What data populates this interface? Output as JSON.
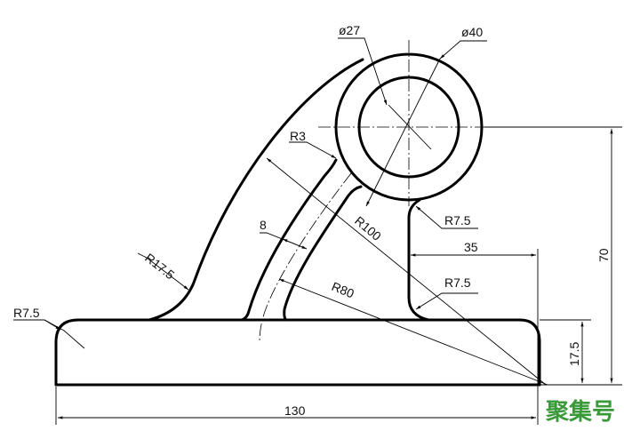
{
  "drawing": {
    "dimensions": {
      "dia_inner": "ø27",
      "dia_outer": "ø40",
      "r_fillet_top": "R3",
      "r_stem_top": "R7.5",
      "r_stem_bottom": "R7.5",
      "r_base_corner": "R7.5",
      "r_outer_arc_fillet": "R17.5",
      "r_outer_arc": "R100",
      "r_inner_arc": "R80",
      "rib_thickness": "8",
      "stem_offset": "35",
      "center_height": "70",
      "base_height": "17.5",
      "base_width": "130"
    },
    "watermark": "聚集号"
  }
}
